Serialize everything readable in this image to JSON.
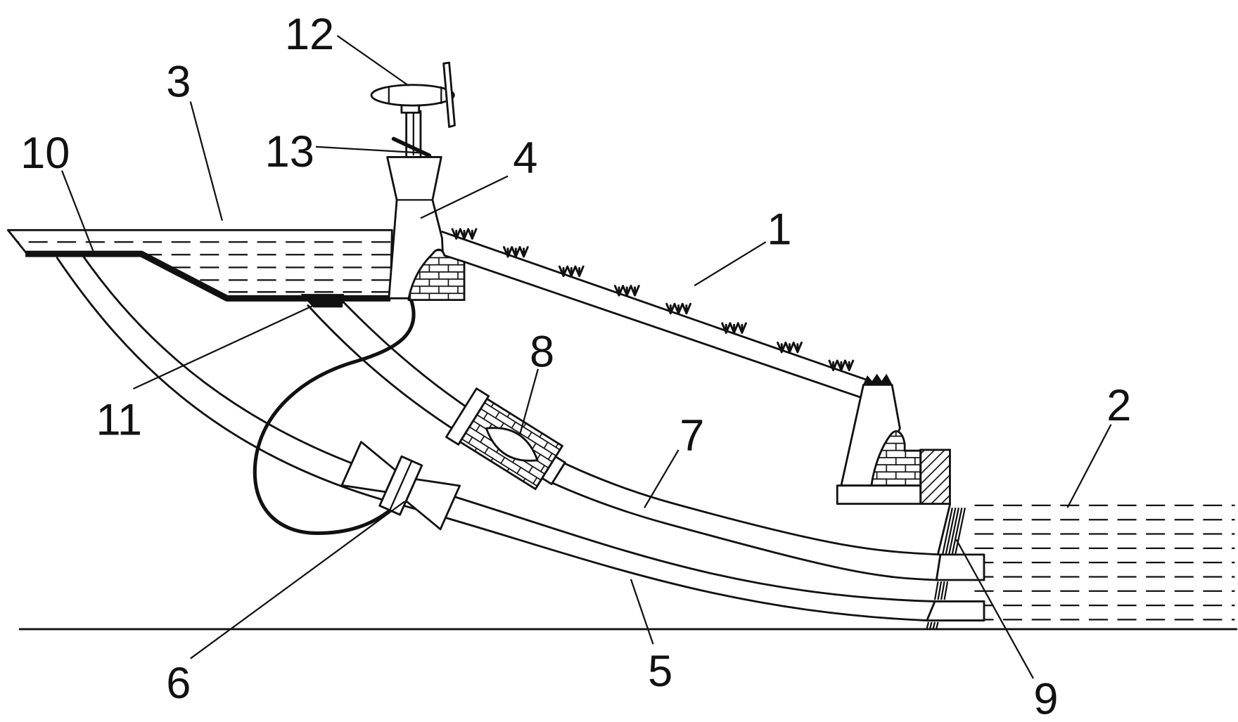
{
  "callouts": {
    "n1": "1",
    "n2": "2",
    "n3": "3",
    "n4": "4",
    "n5": "5",
    "n6": "6",
    "n7": "7",
    "n8": "8",
    "n9": "9",
    "n10": "10",
    "n11": "11",
    "n12": "12",
    "n13": "13"
  },
  "colors": {
    "ink": "#111111",
    "paper": "#ffffff"
  }
}
